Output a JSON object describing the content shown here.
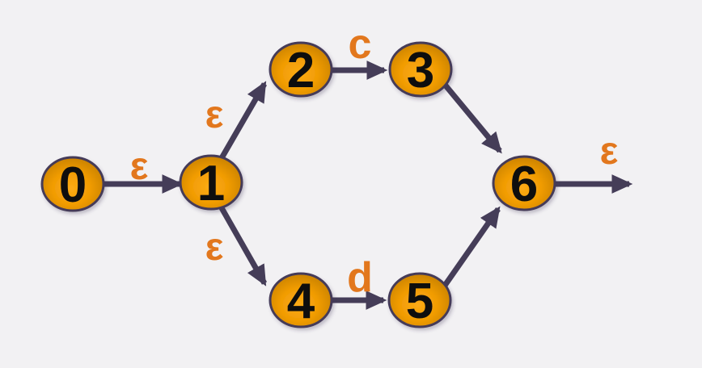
{
  "diagram": {
    "kind": "nfa-state-diagram",
    "colors": {
      "background": "#f2f1f3",
      "node_fill_highlight": "#fcab15",
      "node_fill_mid": "#f19c04",
      "node_fill_edge": "#bd7a03",
      "node_border": "#443a58",
      "arrow": "#453d58",
      "transition_label": "#e2771d",
      "state_text": "#0e0e0e"
    },
    "states": [
      {
        "label": "0"
      },
      {
        "label": "1"
      },
      {
        "label": "2"
      },
      {
        "label": "3"
      },
      {
        "label": "4"
      },
      {
        "label": "5"
      },
      {
        "label": "6"
      }
    ],
    "edges": [
      {
        "from": "0",
        "to": "1",
        "label": "ε"
      },
      {
        "from": "1",
        "to": "2",
        "label": "ε"
      },
      {
        "from": "1",
        "to": "4",
        "label": "ε"
      },
      {
        "from": "2",
        "to": "3",
        "label": "c"
      },
      {
        "from": "4",
        "to": "5",
        "label": "d"
      },
      {
        "from": "3",
        "to": "6",
        "label": ""
      },
      {
        "from": "5",
        "to": "6",
        "label": ""
      },
      {
        "from": "6",
        "to": "exit",
        "label": "ε"
      }
    ]
  }
}
